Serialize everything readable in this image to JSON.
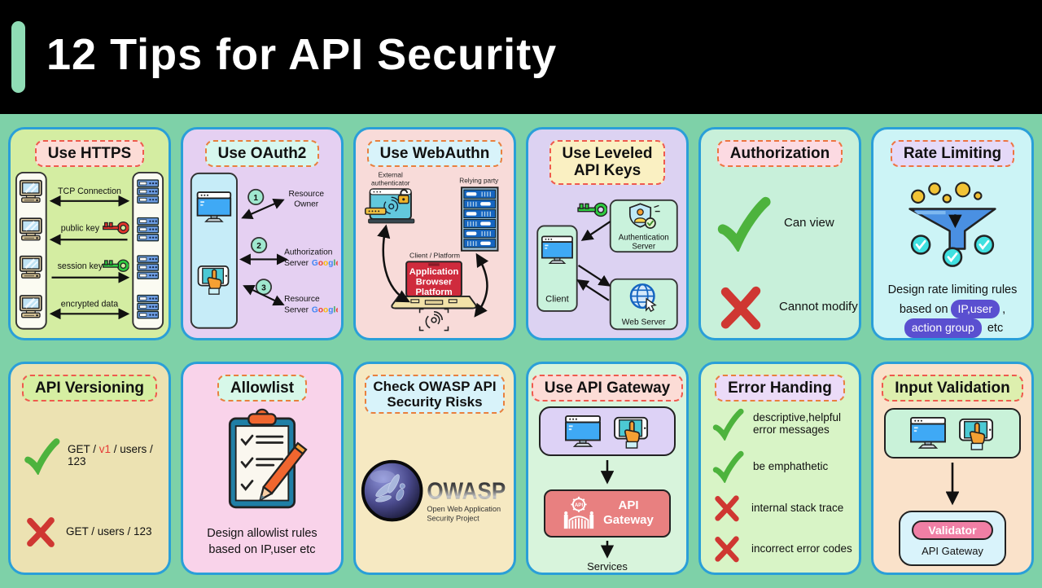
{
  "header": {
    "title": "12 Tips for API Security"
  },
  "colors": {
    "page_bg": "#7ed1a8",
    "header_bg": "#000000",
    "accent_bar": "#8fdcb5",
    "card_border": "#2a9fd8",
    "check_green": "#4db33d",
    "cross_red": "#cf3732",
    "pill_purple": "#5a4fd0",
    "key_red": "#e3342b",
    "key_green": "#2ecc40",
    "google_letters": [
      "#4285F4",
      "#EA4335",
      "#FBBC05",
      "#4285F4",
      "#34A853",
      "#EA4335"
    ]
  },
  "brands": {
    "google": {
      "letters": [
        "G",
        "o",
        "o",
        "g",
        "l",
        "e"
      ]
    }
  },
  "cards": [
    {
      "id": "use-https",
      "title": "Use HTTPS",
      "bg": "#d4eda2",
      "badge_bg": "#fcdcd6",
      "badge_border": "#ef5a4e",
      "rows": [
        {
          "label": "TCP Connection"
        },
        {
          "label": "public key"
        },
        {
          "label": "session key"
        },
        {
          "label": "encrypted data"
        }
      ]
    },
    {
      "id": "use-oauth2",
      "title": "Use OAuth2",
      "bg": "#e5d0f2",
      "badge_bg": "#d7f7ee",
      "badge_border": "#e8803e",
      "steps": [
        {
          "num": "1",
          "line1": "Resource",
          "line2": "Owner"
        },
        {
          "num": "2",
          "line1": "Authorization",
          "line2": "Server"
        },
        {
          "num": "3",
          "line1": "Resource",
          "line2": "Server"
        }
      ]
    },
    {
      "id": "use-webauthn",
      "title": "Use WebAuthn",
      "bg": "#f8dbd9",
      "badge_bg": "#d8f3fa",
      "badge_border": "#e8803e",
      "labels": {
        "external1": "External",
        "external2": "authenticator",
        "relying": "Relying party",
        "client": "Client / Platform",
        "laptop1": "Application",
        "laptop2": "Browser",
        "laptop3": "Platform"
      }
    },
    {
      "id": "use-leveled-api-keys",
      "title": "Use Leveled",
      "title2": "API Keys",
      "bg": "#dcd2f2",
      "badge_bg": "#faf0c2",
      "badge_border": "#ef5a4e",
      "nodes": {
        "client": "Client",
        "auth1": "Authentication",
        "auth2": "Server",
        "web": "Web Server"
      }
    },
    {
      "id": "authorization",
      "title": "Authorization",
      "bg": "#c8f0da",
      "badge_bg": "#fcdae2",
      "badge_border": "#ee7442",
      "items": [
        {
          "mark": "check",
          "label": "Can view"
        },
        {
          "mark": "x",
          "label": "Cannot modify"
        }
      ]
    },
    {
      "id": "rate-limiting",
      "title": "Rate Limiting",
      "bg": "#ccf4f6",
      "badge_bg": "#e5d9f8",
      "badge_border": "#ee7442",
      "caption": {
        "line1": "Design rate limiting rules",
        "line2_prefix": "based on",
        "pill1": "IP,user",
        "line2_suffix": ",",
        "pill2": "action group",
        "line3_suffix": "etc"
      }
    },
    {
      "id": "api-versioning",
      "title": "API Versioning",
      "bg": "#ece2b2",
      "badge_bg": "#d6efa2",
      "badge_border": "#ef5a4e",
      "good": {
        "prefix": "GET / ",
        "version": "v1",
        "suffix": " / users / 123"
      },
      "bad": "GET / users / 123"
    },
    {
      "id": "allowlist",
      "title": "Allowlist",
      "bg": "#f9d3ea",
      "badge_bg": "#d7f8e9",
      "badge_border": "#e8803e",
      "caption1": "Design allowlist rules",
      "caption2": "based on IP,user etc"
    },
    {
      "id": "check-owasp",
      "title": "Check OWASP API",
      "title2": "Security Risks",
      "bg": "#f6e9c2",
      "badge_bg": "#d8f3fa",
      "badge_border": "#e8803e",
      "logo": {
        "name": "OWASP",
        "sub1": "Open Web Application",
        "sub2": "Security Project"
      }
    },
    {
      "id": "use-api-gateway",
      "title": "Use API Gateway",
      "bg": "#d8f4dc",
      "badge_bg": "#fcdcd6",
      "badge_border": "#ef5a4e",
      "gate_icon_text": "API",
      "gateway1": "API",
      "gateway2": "Gateway",
      "services": "Services"
    },
    {
      "id": "error-handing",
      "title": "Error Handing",
      "bg": "#d8f4c6",
      "badge_bg": "#ebdbf8",
      "badge_border": "#e8803e",
      "items": [
        {
          "mark": "check",
          "line1": "descriptive,helpful",
          "line2": "error messages"
        },
        {
          "mark": "check",
          "line1": "be emphathetic",
          "line2": ""
        },
        {
          "mark": "x",
          "line1": "internal stack trace",
          "line2": ""
        },
        {
          "mark": "x",
          "line1": "incorrect error codes",
          "line2": ""
        }
      ]
    },
    {
      "id": "input-validation",
      "title": "Input Validation",
      "bg": "#fae2ca",
      "badge_bg": "#ddefae",
      "badge_border": "#ef5a4e",
      "validator": "Validator",
      "gateway": "API Gateway"
    }
  ]
}
